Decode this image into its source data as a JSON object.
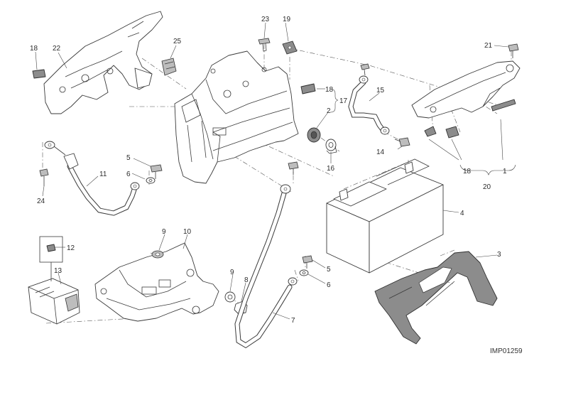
{
  "diagram": {
    "image_code": "IMP01259",
    "callouts": [
      {
        "id": "c18a",
        "text": "18"
      },
      {
        "id": "c22",
        "text": "22"
      },
      {
        "id": "c25",
        "text": "25"
      },
      {
        "id": "c23",
        "text": "23"
      },
      {
        "id": "c19",
        "text": "19"
      },
      {
        "id": "c21",
        "text": "21"
      },
      {
        "id": "c18b",
        "text": "18"
      },
      {
        "id": "c17",
        "text": "17"
      },
      {
        "id": "c15",
        "text": "15"
      },
      {
        "id": "c2",
        "text": "2"
      },
      {
        "id": "c16",
        "text": "16"
      },
      {
        "id": "c14",
        "text": "14"
      },
      {
        "id": "c18c",
        "text": "18"
      },
      {
        "id": "c1",
        "text": "1"
      },
      {
        "id": "c20",
        "text": "20"
      },
      {
        "id": "c5a",
        "text": "5"
      },
      {
        "id": "c6a",
        "text": "6"
      },
      {
        "id": "c11",
        "text": "11"
      },
      {
        "id": "c24",
        "text": "24"
      },
      {
        "id": "c4",
        "text": "4"
      },
      {
        "id": "c3",
        "text": "3"
      },
      {
        "id": "c9a",
        "text": "9"
      },
      {
        "id": "c10",
        "text": "10"
      },
      {
        "id": "c12",
        "text": "12"
      },
      {
        "id": "c13",
        "text": "13"
      },
      {
        "id": "c9b",
        "text": "9"
      },
      {
        "id": "c8",
        "text": "8"
      },
      {
        "id": "c5b",
        "text": "5"
      },
      {
        "id": "c6b",
        "text": "6"
      },
      {
        "id": "c7",
        "text": "7"
      }
    ]
  }
}
